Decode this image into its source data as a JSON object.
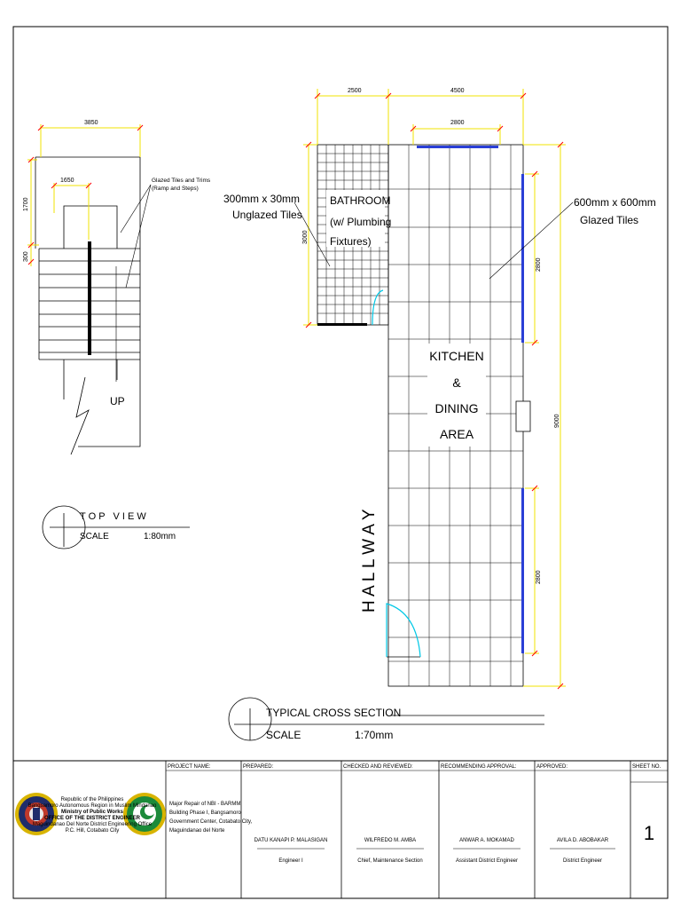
{
  "top_view": {
    "dims": {
      "width_total": "3850",
      "width_inner": "1650",
      "height_upper": "1700",
      "height_step": "300"
    },
    "label_glazed": "Glazed Tiles and Trims",
    "label_glazed_sub": "(Ramp and Steps)",
    "up_label": "UP",
    "title": "T O P   V I E W",
    "scale_label": "SCALE",
    "scale_value": "1:80mm"
  },
  "cross_section": {
    "dims": {
      "top_left": "2500",
      "top_right": "4500",
      "window_top": "2800",
      "bath_height": "3000",
      "window_right_upper": "2800",
      "overall_height": "9000",
      "window_right_lower": "2800"
    },
    "bath_tile_label_1": "300mm x 30mm",
    "bath_tile_label_2": "Unglazed Tiles",
    "bathroom_1": "BATHROOM",
    "bathroom_2": "(w/ Plumbing",
    "bathroom_3": "Fixtures)",
    "kitchen_tile_label_1": "600mm x 600mm",
    "kitchen_tile_label_2": "Glazed Tiles",
    "kitchen_1": "KITCHEN",
    "kitchen_2": "&",
    "kitchen_3": "DINING",
    "kitchen_4": "AREA",
    "hallway": "H A L L W A Y",
    "title": "TYPICAL CROSS SECTION",
    "scale_label": "SCALE",
    "scale_value": "1:70mm"
  },
  "title_block": {
    "agency_lines": [
      "Republic of the Philippines",
      "Bangsamoro Autonomous Region in Muslim Mindanao",
      "Ministry of Public Works",
      "OFFICE OF THE DISTRICT ENGINEER",
      "Maguindanao Del Norte District Engineering Office",
      "P.C. Hill, Cotabato City"
    ],
    "headers": {
      "project_name": "PROJECT NAME:",
      "prepared": "PREPARED:",
      "checked": "CHECKED AND REVIEWED:",
      "recommending": "RECOMMENDING APPROVAL:",
      "approved": "APPROVED:",
      "sheet_no": "SHEET NO."
    },
    "project_lines": [
      "Major Repair of NBI - BARMM",
      "Building Phase I, Bangsamoro",
      "Government Center, Cotabato City,",
      "Maguindanao del Norte"
    ],
    "prepared_name": "DATU KANAPI P. MALASIGAN",
    "prepared_title": "Engineer I",
    "checked_name": "WILFREDO M. AMBA",
    "checked_title": "Chief, Maintenance Section",
    "recommending_name": "ANWAR A. MOKAMAD",
    "recommending_title": "Assistant District Engineer",
    "approved_name": "AVILA D. ABOBAKAR",
    "approved_title": "District Engineer",
    "sheet_number": "1"
  },
  "colors": {
    "dim_red": "#ff0000",
    "dim_yellow": "#f2e300",
    "window_blue": "#2a3fd6",
    "door_cyan": "#00c8e6",
    "seal_green": "#1c8a3a",
    "seal_navy": "#1f2d6b",
    "seal_gold": "#d8b400"
  }
}
